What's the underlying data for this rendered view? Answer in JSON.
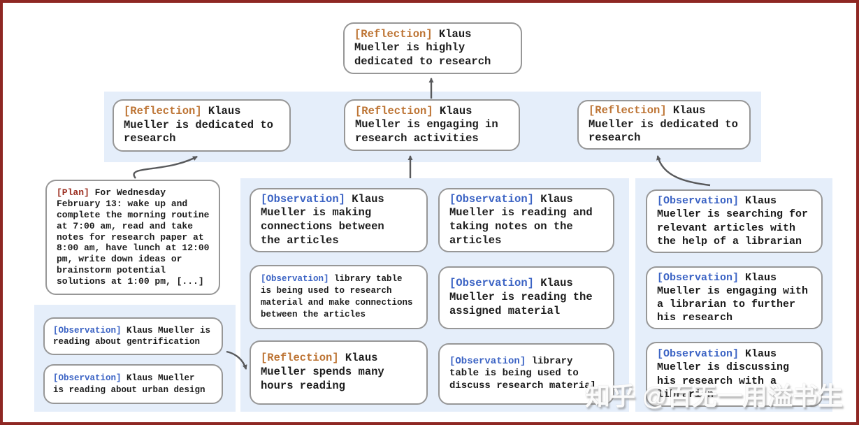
{
  "colors": {
    "reflection": "#bd7434",
    "observation": "#3b63c4",
    "plan": "#9b2d1f",
    "band": "#e5eefa",
    "box_border": "#979797",
    "text": "#1c1c1c",
    "arrow": "#58595b",
    "frame": "#8e2723"
  },
  "watermark": "知乎 @百无一用溢书生",
  "boxes": {
    "top": {
      "tag": "[Reflection]",
      "type": "reflection",
      "text": "Klaus Mueller is highly dedicated to research"
    },
    "row2": [
      {
        "tag": "[Reflection]",
        "type": "reflection",
        "text": "Klaus Mueller is dedicated to research"
      },
      {
        "tag": "[Reflection]",
        "type": "reflection",
        "text": "Klaus Mueller is engaging in research activities"
      },
      {
        "tag": "[Reflection]",
        "type": "reflection",
        "text": "Klaus Mueller is dedicated to research"
      }
    ],
    "plan": {
      "tag": "[Plan]",
      "type": "plan",
      "text": "For Wednesday February 13: wake up and complete the morning routine at 7:00 am, read and take notes for research paper at 8:00 am, have lunch at 12:00 pm, write down ideas or brainstorm potential solutions at 1:00 pm, [...]"
    },
    "left_observations": [
      {
        "tag": "[Observation]",
        "type": "observation",
        "text": "Klaus Mueller is reading about gentrification"
      },
      {
        "tag": "[Observation]",
        "type": "observation",
        "text": "Klaus Mueller is reading about urban design"
      }
    ],
    "middle": [
      {
        "tag": "[Observation]",
        "type": "observation",
        "text": "Klaus Mueller is making connections between the articles"
      },
      {
        "tag": "[Observation]",
        "type": "observation",
        "text": "Klaus Mueller is reading and taking notes on the articles"
      },
      {
        "tag": "[Observation]",
        "type": "observation",
        "text": "library table is being used to research material and make connections between the articles"
      },
      {
        "tag": "[Observation]",
        "type": "observation",
        "text": "Klaus Mueller is reading the assigned material"
      },
      {
        "tag": "[Reflection]",
        "type": "reflection",
        "text": "Klaus Mueller spends many hours reading"
      },
      {
        "tag": "[Observation]",
        "type": "observation",
        "text": "library table is being used to discuss research material"
      }
    ],
    "right": [
      {
        "tag": "[Observation]",
        "type": "observation",
        "text": "Klaus Mueller is searching for relevant articles with the help of a librarian"
      },
      {
        "tag": "[Observation]",
        "type": "observation",
        "text": "Klaus Mueller is engaging with a librarian to further his research"
      },
      {
        "tag": "[Observation]",
        "type": "observation",
        "text": "Klaus Mueller is discussing his research with a librarian"
      }
    ]
  }
}
